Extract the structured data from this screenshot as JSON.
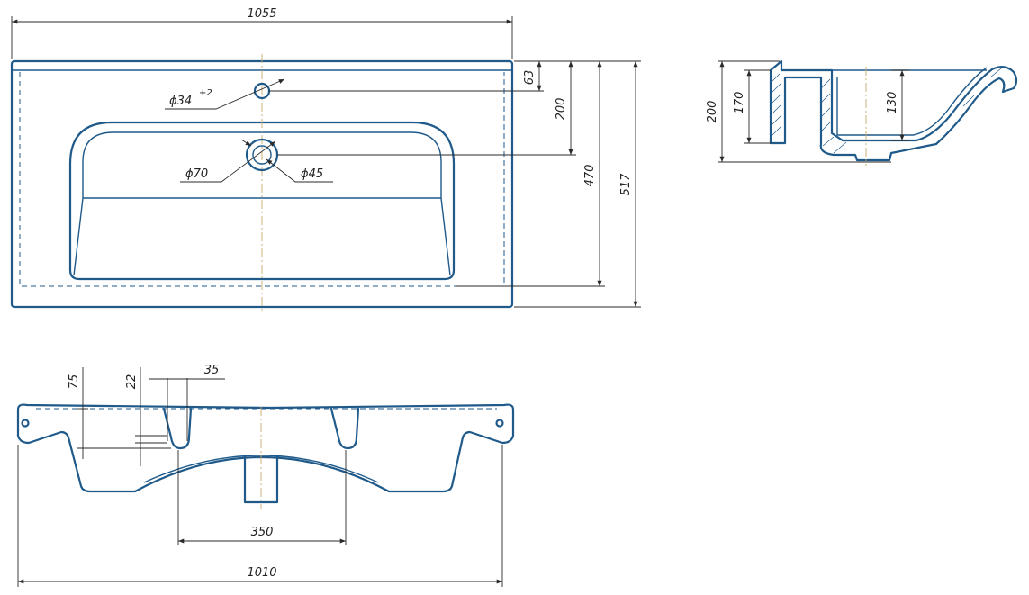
{
  "front_view": {
    "width": "1055",
    "depth_1": "63",
    "depth_2": "200",
    "depth_3": "470",
    "depth_4": "517",
    "hole_tap": "ϕ34",
    "hole_tap_tol": "+2",
    "hole_drain_outer": "ϕ70",
    "hole_drain_inner": "ϕ45"
  },
  "side_view": {
    "height_total": "200",
    "height_mid": "170",
    "bowl_depth": "130"
  },
  "bottom_view": {
    "d_75": "75",
    "d_22": "22",
    "d_35": "35",
    "span": "350",
    "width": "1010"
  },
  "colors": {
    "outline": "#1f5a8a",
    "dimension": "#2a2a2a",
    "centerline": "#c9a96a"
  }
}
